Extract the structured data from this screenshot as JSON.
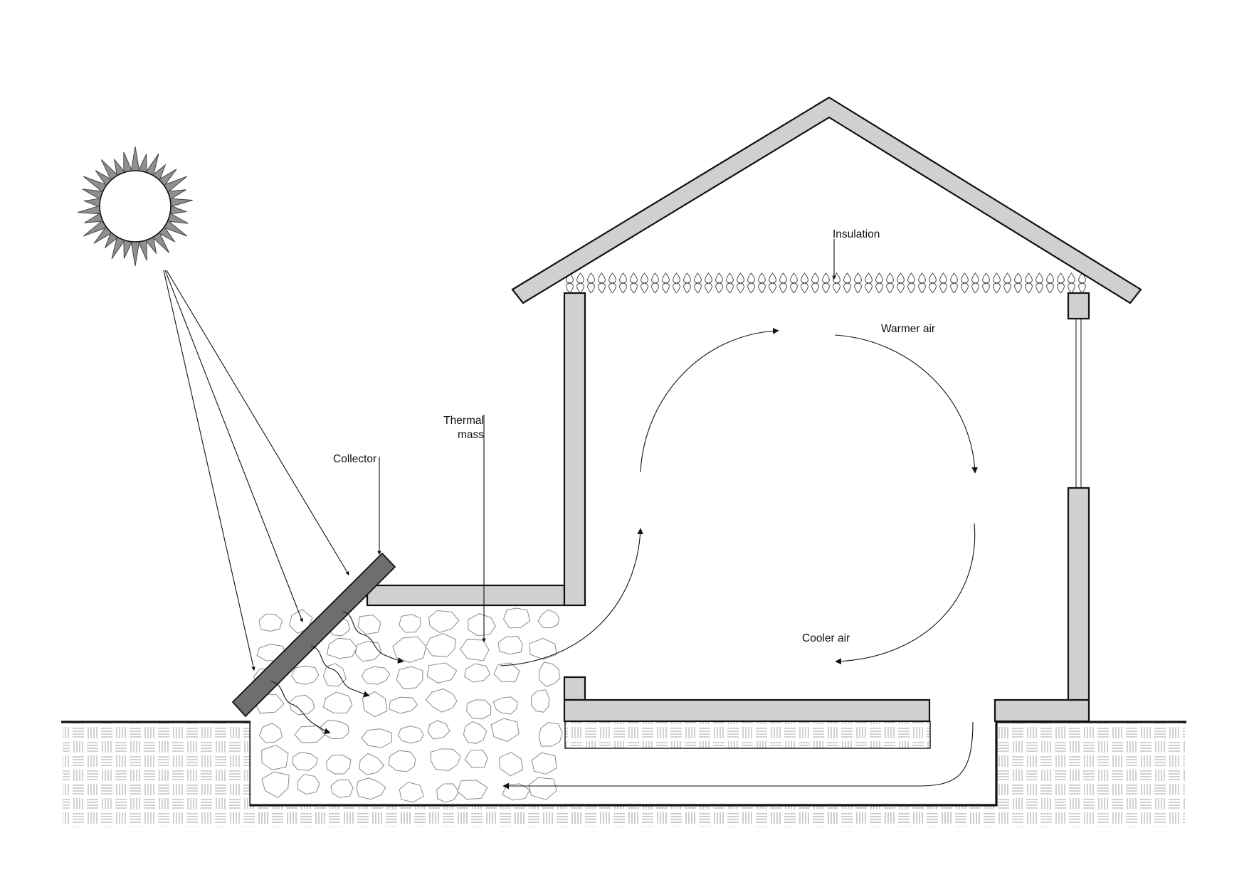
{
  "labels": {
    "insulation": "Insulation",
    "warmer_air": "Warmer air",
    "thermal_mass_line1": "Thermal",
    "thermal_mass_line2": "mass",
    "collector": "Collector",
    "cooler_air": "Cooler air"
  },
  "colors": {
    "line": "#111111",
    "wall_fill": "#d0d0d0",
    "collector_fill": "#6e6e6e",
    "sun_rays": "#777777",
    "stone_outline": "#8a8a8a",
    "soil_pattern": "#9a9a9a"
  }
}
